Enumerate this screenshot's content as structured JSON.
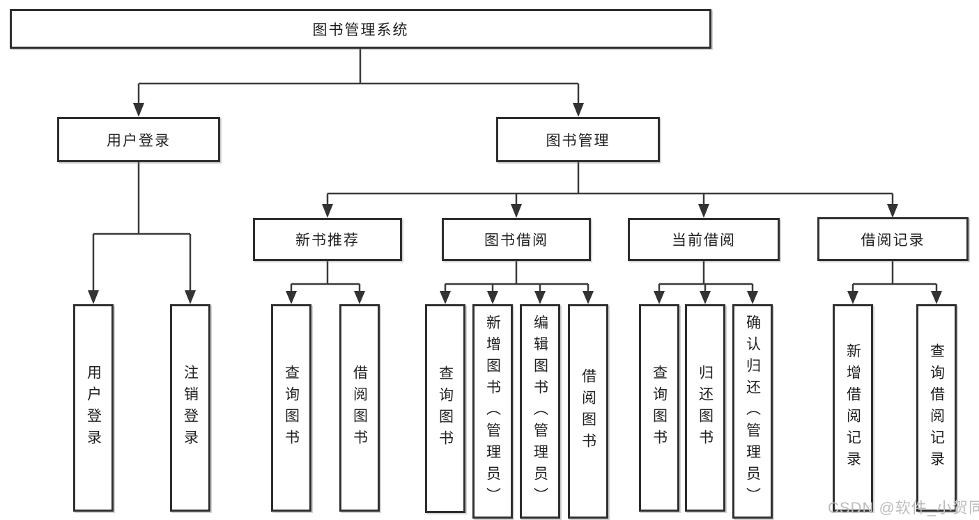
{
  "colors": {
    "background": "#ffffff",
    "line": "#3a3a3a",
    "box_border": "#2f2f2f",
    "text": "#212121",
    "watermark": "#bdbdbd"
  },
  "watermark": {
    "text": "CSDN @软件_小贺同学"
  },
  "tree": {
    "root": {
      "label": "图书管理系统"
    },
    "branches": [
      {
        "label": "用户登录",
        "children": [
          {
            "label": "用户登录"
          },
          {
            "label": "注销登录"
          }
        ]
      },
      {
        "label": "图书管理",
        "children": [
          {
            "label": "新书推荐",
            "children": [
              {
                "label": "查询图书"
              },
              {
                "label": "借阅图书"
              }
            ]
          },
          {
            "label": "图书借阅",
            "children": [
              {
                "label": "查询图书"
              },
              {
                "label": "新增图书（管理员）"
              },
              {
                "label": "编辑图书（管理员）"
              },
              {
                "label": "借阅图书"
              }
            ]
          },
          {
            "label": "当前借阅",
            "children": [
              {
                "label": "查询图书"
              },
              {
                "label": "归还图书"
              },
              {
                "label": "确认归还（管理员）"
              }
            ]
          },
          {
            "label": "借阅记录",
            "children": [
              {
                "label": "新增借阅记录"
              },
              {
                "label": "查询借阅记录"
              }
            ]
          }
        ]
      }
    ]
  }
}
